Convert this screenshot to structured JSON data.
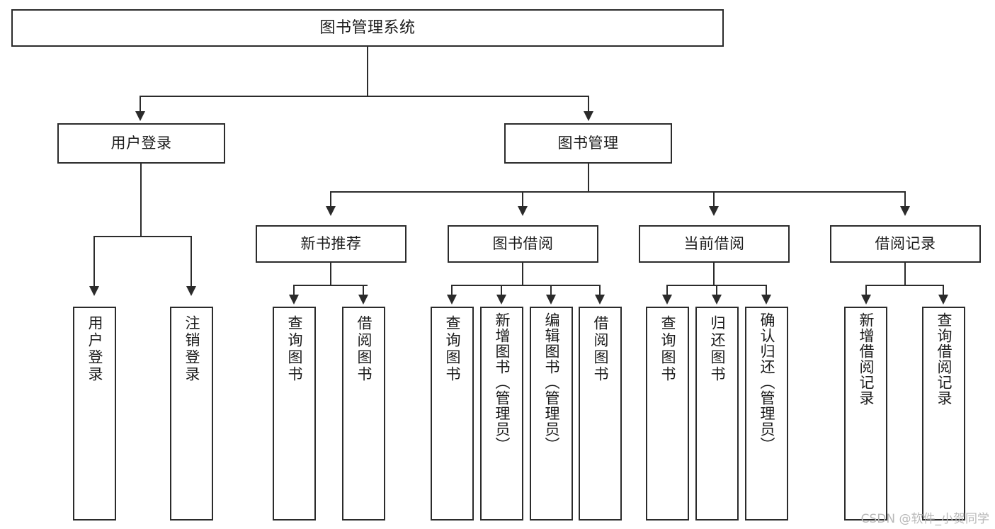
{
  "diagram": {
    "title": "图书管理系统",
    "watermark": "CSDN @软件_小贺同学",
    "accent_color": "#2b2b2b",
    "background_color": "#ffffff",
    "root": {
      "label": "图书管理系统"
    },
    "level1": [
      {
        "label": "用户登录"
      },
      {
        "label": "图书管理"
      }
    ],
    "level2": [
      {
        "label": "新书推荐"
      },
      {
        "label": "图书借阅"
      },
      {
        "label": "当前借阅"
      },
      {
        "label": "借阅记录"
      }
    ],
    "leaves": {
      "user_login": [
        {
          "label": "用户登录"
        },
        {
          "label": "注销登录"
        }
      ],
      "new_book": [
        {
          "label": "查询图书"
        },
        {
          "label": "借阅图书"
        }
      ],
      "book_borrow": [
        {
          "label": "查询图书"
        },
        {
          "label": "新增图书（管理员）"
        },
        {
          "label": "编辑图书（管理员）"
        },
        {
          "label": "借阅图书"
        }
      ],
      "current_borrow": [
        {
          "label": "查询图书"
        },
        {
          "label": "归还图书"
        },
        {
          "label": "确认归还（管理员）"
        }
      ],
      "borrow_record": [
        {
          "label": "新增借阅记录"
        },
        {
          "label": "查询借阅记录"
        }
      ]
    }
  }
}
